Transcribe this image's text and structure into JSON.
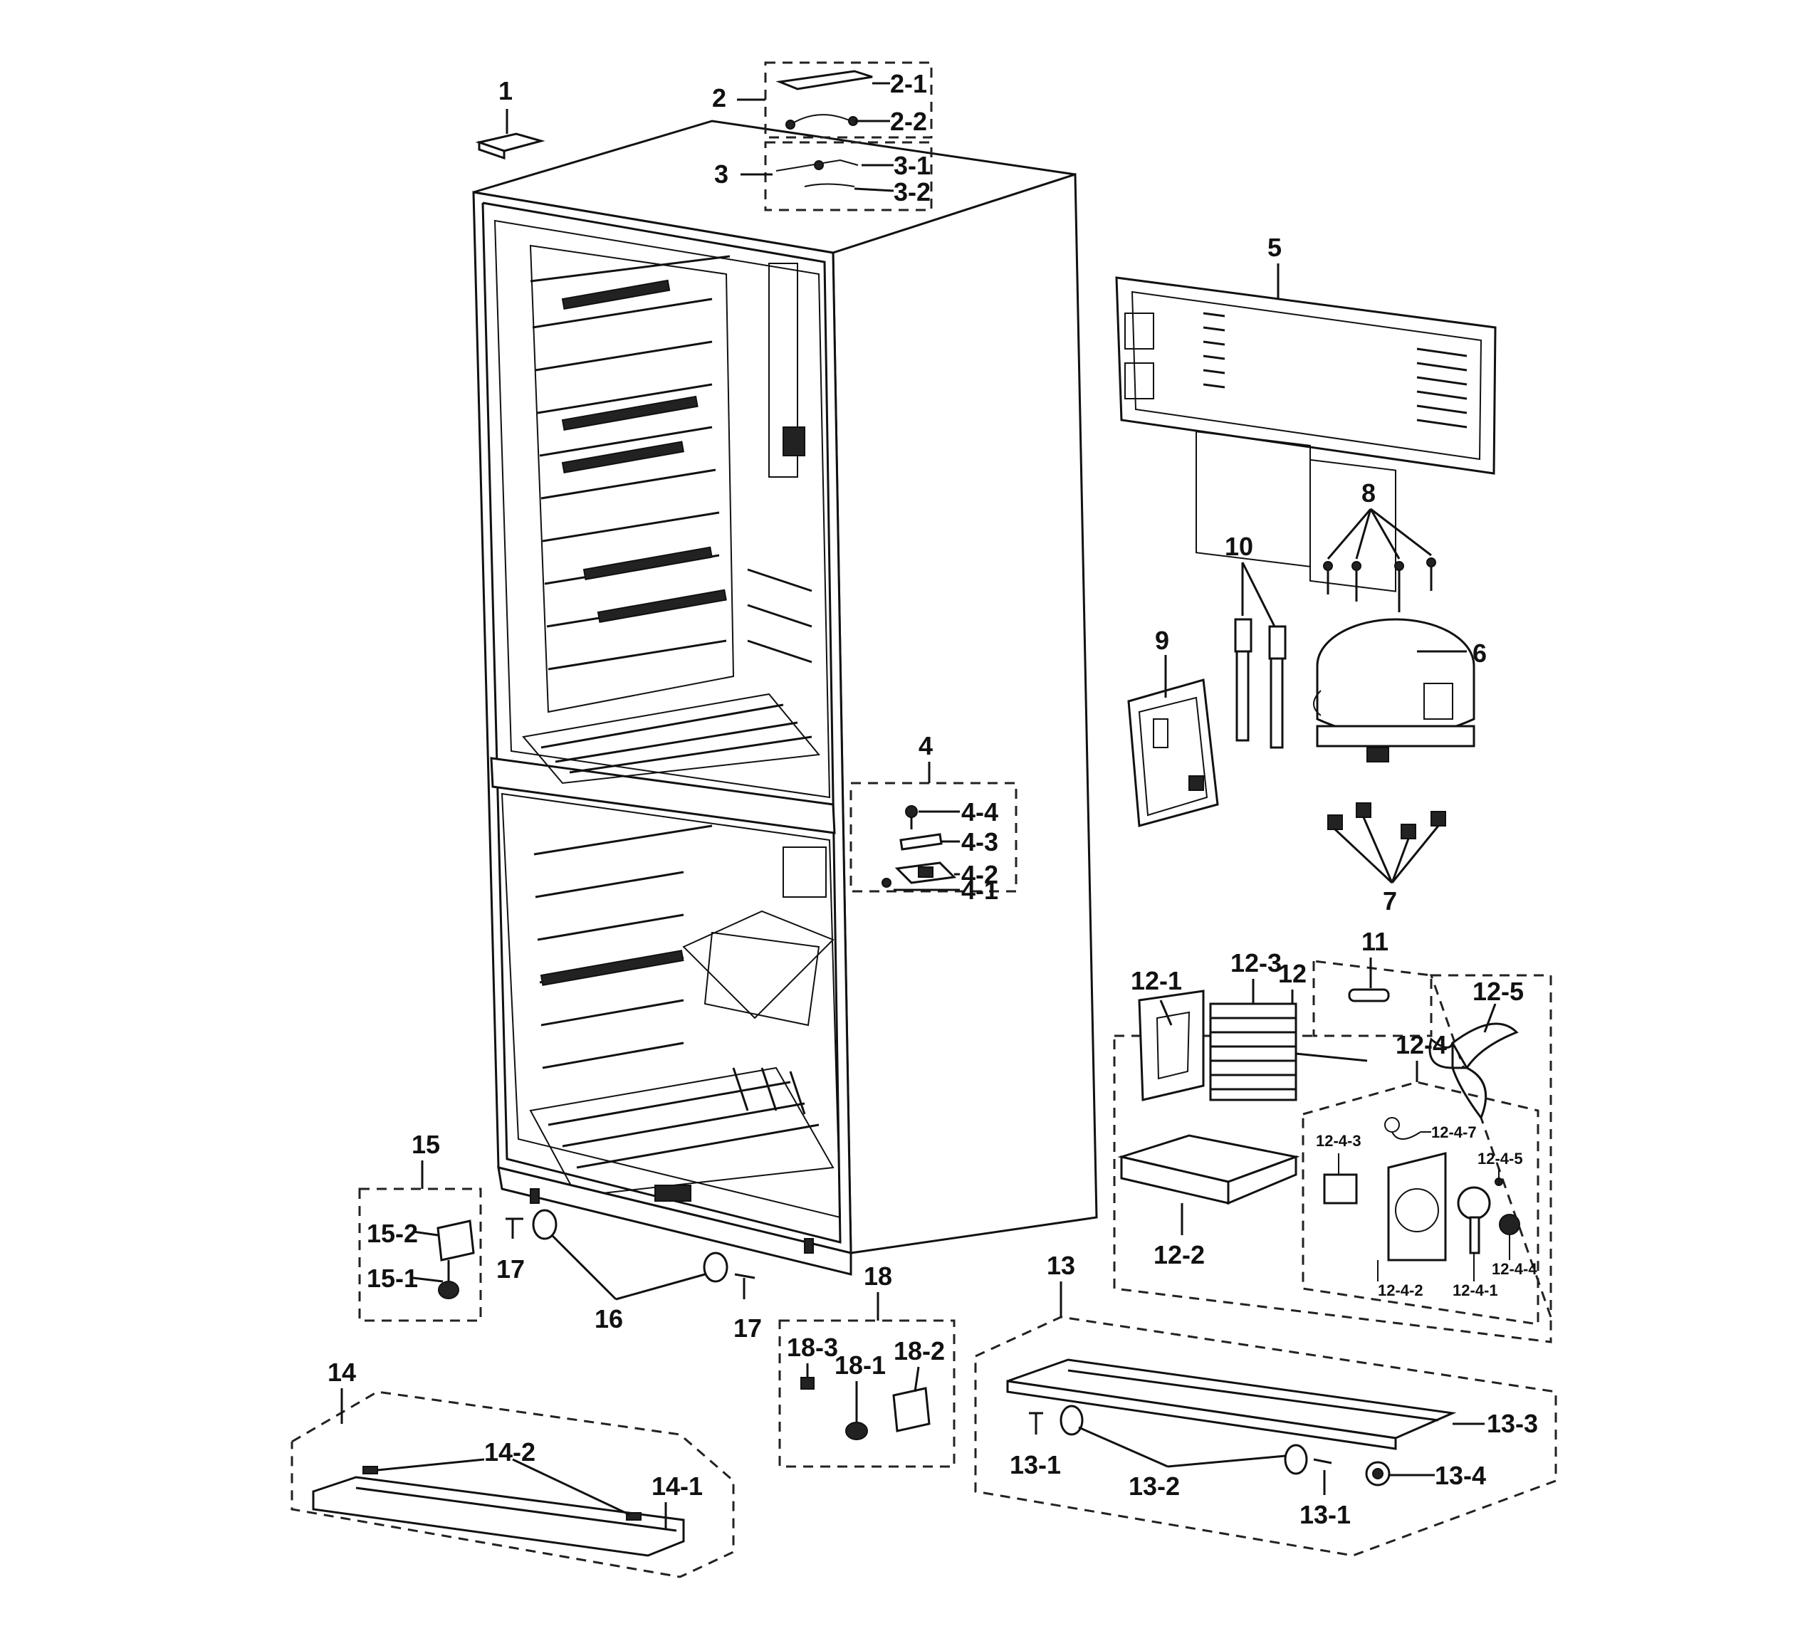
{
  "labels": {
    "l1": "1",
    "l2": "2",
    "l2_1": "2-1",
    "l2_2": "2-2",
    "l3": "3",
    "l3_1": "3-1",
    "l3_2": "3-2",
    "l4": "4",
    "l4_1": "4-1",
    "l4_2": "4-2",
    "l4_3": "4-3",
    "l4_4": "4-4",
    "l5": "5",
    "l6": "6",
    "l7": "7",
    "l8": "8",
    "l9": "9",
    "l10": "10",
    "l11": "11",
    "l12": "12",
    "l12_1": "12-1",
    "l12_2": "12-2",
    "l12_3": "12-3",
    "l12_4": "12-4",
    "l12_5": "12-5",
    "l12_4_1": "12-4-1",
    "l12_4_2": "12-4-2",
    "l12_4_3": "12-4-3",
    "l12_4_4": "12-4-4",
    "l12_4_5": "12-4-5",
    "l12_4_7": "12-4-7",
    "l13": "13",
    "l13_1a": "13-1",
    "l13_1b": "13-1",
    "l13_2": "13-2",
    "l13_3": "13-3",
    "l13_4": "13-4",
    "l14": "14",
    "l14_1": "14-1",
    "l14_2": "14-2",
    "l15": "15",
    "l15_1": "15-1",
    "l15_2": "15-2",
    "l16": "16",
    "l17a": "17",
    "l17b": "17",
    "l18": "18",
    "l18_1": "18-1",
    "l18_2": "18-2",
    "l18_3": "18-3"
  }
}
